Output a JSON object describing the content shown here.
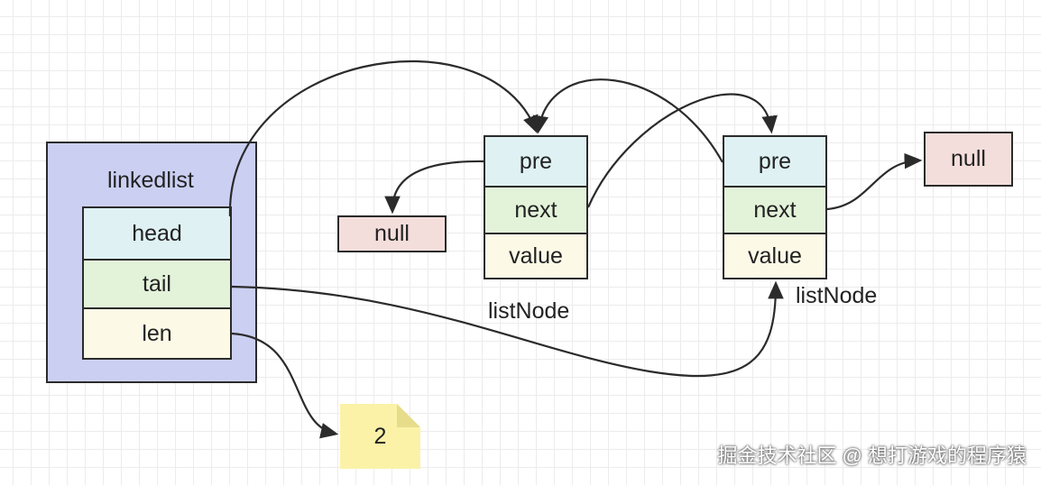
{
  "colors": {
    "container": "#cbd0f3",
    "pre": "#dff1f3",
    "next": "#e3f3da",
    "value": "#fcf9e7",
    "null": "#f4dedc",
    "note": "#fbf2a8",
    "line": "#2b2b2b"
  },
  "linkedlist": {
    "title": "linkedlist",
    "fields": {
      "head": "head",
      "tail": "tail",
      "len": "len"
    }
  },
  "node1": {
    "pre": "pre",
    "next": "next",
    "value": "value",
    "caption": "listNode"
  },
  "node2": {
    "pre": "pre",
    "next": "next",
    "value": "value",
    "caption": "listNode"
  },
  "null_left": "null",
  "null_right": "null",
  "len_value": "2",
  "watermark": "掘金技术社区 @ 想打游戏的程序猿"
}
